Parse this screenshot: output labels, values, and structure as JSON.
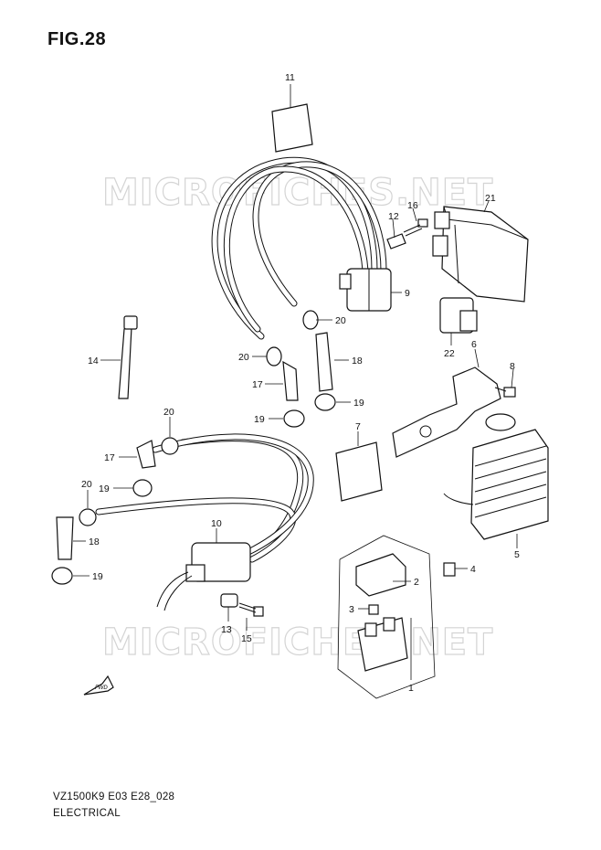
{
  "figure": {
    "title": "FIG.28",
    "model_code": "VZ1500K9 E03 E28_028",
    "category": "ELECTRICAL"
  },
  "watermark": {
    "text": "MICROFICHES.NET",
    "color": "#d4d4d4"
  },
  "fwd_arrow_label": "FWD",
  "callouts": [
    {
      "id": "c11",
      "label": "11"
    },
    {
      "id": "c21",
      "label": "21"
    },
    {
      "id": "c16",
      "label": "16"
    },
    {
      "id": "c12",
      "label": "12"
    },
    {
      "id": "c9",
      "label": "9"
    },
    {
      "id": "c20a",
      "label": "20"
    },
    {
      "id": "c22",
      "label": "22"
    },
    {
      "id": "c14",
      "label": "14"
    },
    {
      "id": "c20b",
      "label": "20"
    },
    {
      "id": "c18a",
      "label": "18"
    },
    {
      "id": "c6",
      "label": "6"
    },
    {
      "id": "c8",
      "label": "8"
    },
    {
      "id": "c17a",
      "label": "17"
    },
    {
      "id": "c19a",
      "label": "19"
    },
    {
      "id": "c20c",
      "label": "20"
    },
    {
      "id": "c19b",
      "label": "19"
    },
    {
      "id": "c7",
      "label": "7"
    },
    {
      "id": "c17b",
      "label": "17"
    },
    {
      "id": "c19c",
      "label": "19"
    },
    {
      "id": "c20d",
      "label": "20"
    },
    {
      "id": "c18b",
      "label": "18"
    },
    {
      "id": "c10",
      "label": "10"
    },
    {
      "id": "c19d",
      "label": "19"
    },
    {
      "id": "c5",
      "label": "5"
    },
    {
      "id": "c4",
      "label": "4"
    },
    {
      "id": "c2",
      "label": "2"
    },
    {
      "id": "c3",
      "label": "3"
    },
    {
      "id": "c13",
      "label": "13"
    },
    {
      "id": "c15",
      "label": "15"
    },
    {
      "id": "c1",
      "label": "1"
    }
  ]
}
